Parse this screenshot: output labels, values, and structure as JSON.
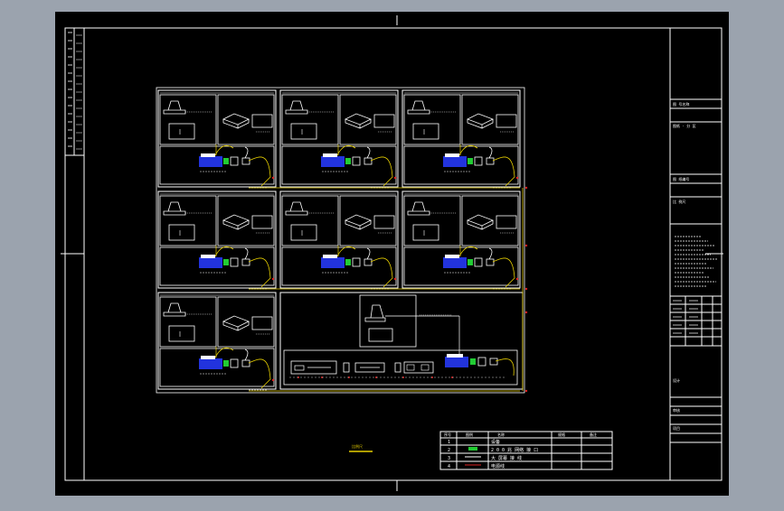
{
  "colors": {
    "background": "#9ba3ae",
    "drawing_bg": "#000000",
    "line": "#ffffff",
    "accent_blue": "#2233dd",
    "accent_green": "#22cc33",
    "accent_yellow": "#e8d000",
    "accent_red": "#dd2222"
  },
  "title_block": {
    "row1": "图 号名称",
    "row2": "图纸 - 分 区",
    "row3": "图 纸编号",
    "row4": "比 例尺",
    "row5": "设计",
    "row6": "审核",
    "row7": "项目"
  },
  "legend": {
    "headers": [
      "序号",
      "图例",
      "名称",
      "规格",
      "备注"
    ],
    "rows": [
      {
        "num": "1",
        "name": "设备"
      },
      {
        "num": "2",
        "name": "2 0 0 兆 网络 接 口"
      },
      {
        "num": "3",
        "name": "大 屏幕 接 线"
      },
      {
        "num": "4",
        "name": "电源线"
      }
    ]
  },
  "scale_label": "比例尺"
}
